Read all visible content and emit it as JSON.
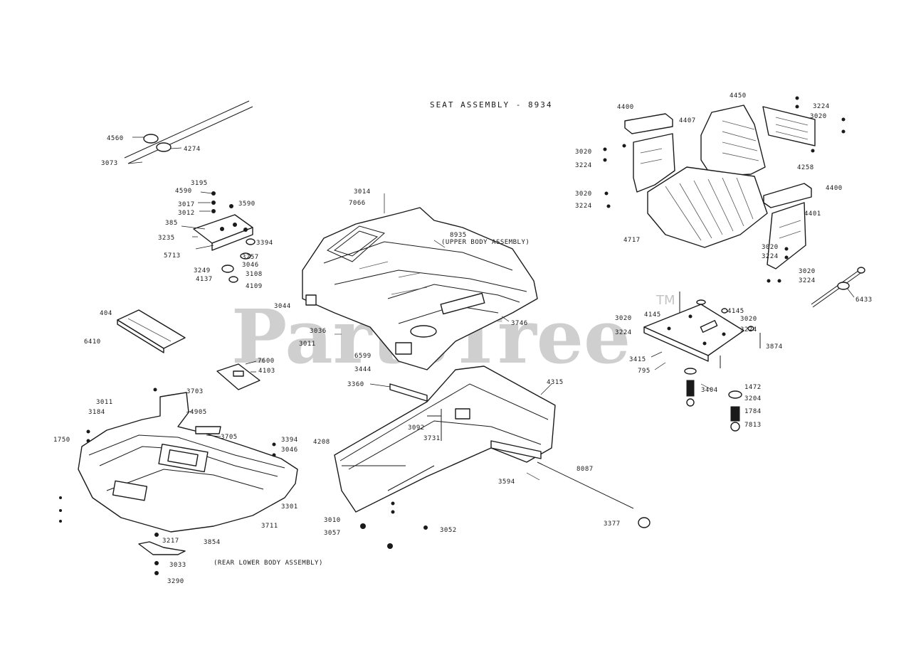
{
  "title": "SEAT ASSEMBLY - 8934",
  "watermark": {
    "text": "PartsTree",
    "trademark": "TM"
  },
  "diagram": {
    "seat_labels": [
      "4400",
      "4407",
      "4450",
      "3224",
      "3020",
      "3020",
      "3224",
      "4258",
      "3020",
      "3224",
      "4400",
      "4401",
      "3020",
      "3224",
      "3020",
      "3224",
      "4717",
      "6433"
    ],
    "cover_labels": [
      "3014",
      "7066",
      "8935",
      "(UPPER BODY ASSEMBLY)",
      "3044",
      "3746",
      "3036",
      "3011",
      "6599",
      "3444"
    ],
    "pan_labels": [
      "4145",
      "4145",
      "3020",
      "3224",
      "3020",
      "3224",
      "3874",
      "3415",
      "795",
      "3404",
      "1472",
      "3204",
      "1784",
      "7813"
    ],
    "handle_labels": [
      "4560",
      "4274",
      "3073"
    ],
    "bracket_labels": [
      "3195",
      "4590",
      "3017",
      "3012",
      "3590",
      "385",
      "3235",
      "3394",
      "5713",
      "3257",
      "3249",
      "4137",
      "3046",
      "3108",
      "4109"
    ],
    "pad_labels": [
      "404",
      "6410"
    ],
    "plate_labels": [
      "7600",
      "4103"
    ],
    "frame_labels": [
      "3360",
      "4315",
      "3092",
      "3731",
      "4208",
      "3594",
      "8087",
      "3377",
      "3010",
      "3057",
      "3052"
    ],
    "lower_labels": [
      "3703",
      "4905",
      "3011",
      "3184",
      "3705",
      "3394",
      "3046",
      "1750",
      "3301",
      "3711",
      "3854",
      "3217",
      "3033",
      "3290"
    ],
    "lower_body_title": "(REAR LOWER BODY ASSEMBLY)"
  }
}
